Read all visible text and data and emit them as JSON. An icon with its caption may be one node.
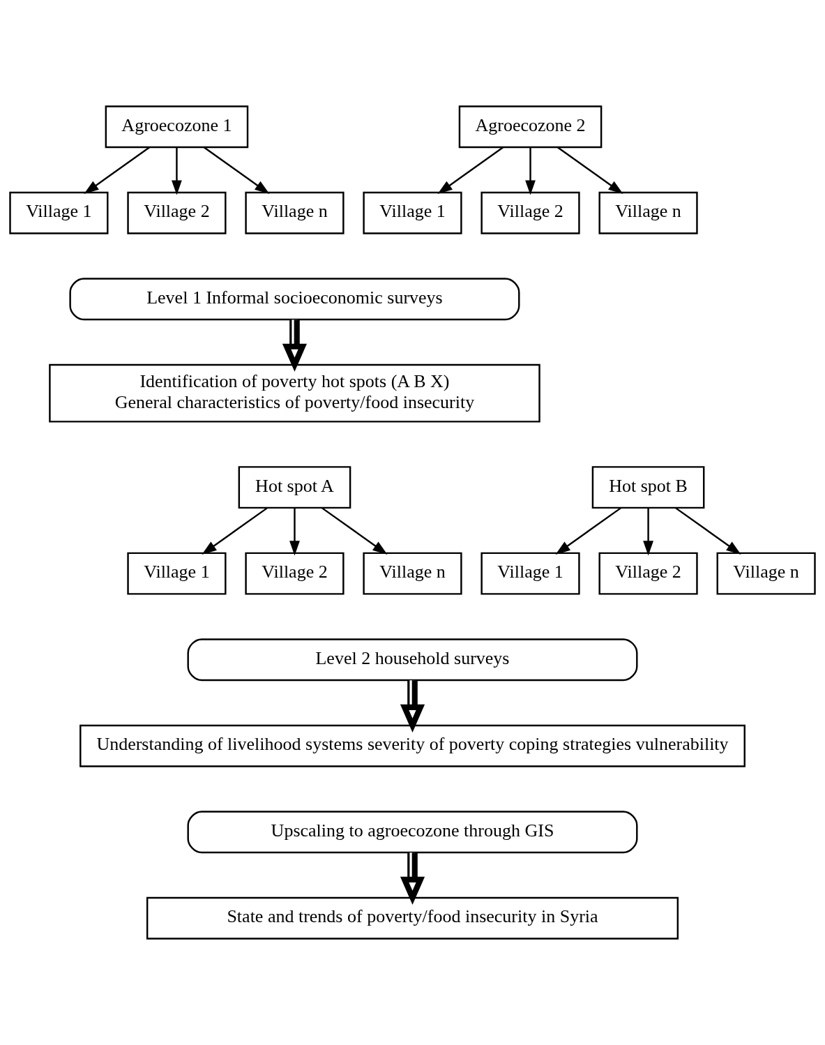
{
  "diagram": {
    "nodes": [
      {
        "text": [
          "Agroecozone 1"
        ]
      },
      {
        "text": [
          "Agroecozone 2"
        ]
      },
      {
        "text": [
          "Village 1"
        ]
      },
      {
        "text": [
          "Village 2"
        ]
      },
      {
        "text": [
          "Village n"
        ]
      },
      {
        "text": [
          "Village 1"
        ]
      },
      {
        "text": [
          "Village 2"
        ]
      },
      {
        "text": [
          "Village n"
        ]
      },
      {
        "text": [
          "Level 1 Informal socioeconomic surveys"
        ]
      },
      {
        "text": [
          "Identification of poverty hot spots (A B X)",
          "General characteristics of poverty/food insecurity"
        ]
      },
      {
        "text": [
          "Hot spot A"
        ]
      },
      {
        "text": [
          "Hot spot B"
        ]
      },
      {
        "text": [
          "Village 1"
        ]
      },
      {
        "text": [
          "Village 2"
        ]
      },
      {
        "text": [
          "Village n"
        ]
      },
      {
        "text": [
          "Village 1"
        ]
      },
      {
        "text": [
          "Village 2"
        ]
      },
      {
        "text": [
          "Village n"
        ]
      },
      {
        "text": [
          "Level 2 household surveys"
        ]
      },
      {
        "text": [
          "Understanding of livelihood systems severity of poverty coping strategies vulnerability"
        ]
      },
      {
        "text": [
          "Upscaling to agroecozone through GIS"
        ]
      },
      {
        "text": [
          "State and trends of poverty/food insecurity in Syria"
        ]
      }
    ],
    "edges": [
      {
        "from": 0,
        "to": 2,
        "arrow": "to"
      },
      {
        "from": 0,
        "to": 3,
        "arrow": "to"
      },
      {
        "from": 0,
        "to": 4,
        "arrow": "to"
      },
      {
        "from": 1,
        "to": 5,
        "arrow": "to"
      },
      {
        "from": 1,
        "to": 6,
        "arrow": "to"
      },
      {
        "from": 1,
        "to": 7,
        "arrow": "to"
      },
      {
        "from": 8,
        "to": 9,
        "arrow": "to",
        "style": "thick"
      },
      {
        "from": 10,
        "to": 12,
        "arrow": "to"
      },
      {
        "from": 10,
        "to": 13,
        "arrow": "to"
      },
      {
        "from": 10,
        "to": 14,
        "arrow": "to"
      },
      {
        "from": 11,
        "to": 15,
        "arrow": "to"
      },
      {
        "from": 11,
        "to": 16,
        "arrow": "to"
      },
      {
        "from": 11,
        "to": 17,
        "arrow": "to"
      },
      {
        "from": 18,
        "to": 19,
        "arrow": "to",
        "style": "thick"
      },
      {
        "from": 20,
        "to": 21,
        "arrow": "to",
        "style": "thick"
      }
    ]
  }
}
